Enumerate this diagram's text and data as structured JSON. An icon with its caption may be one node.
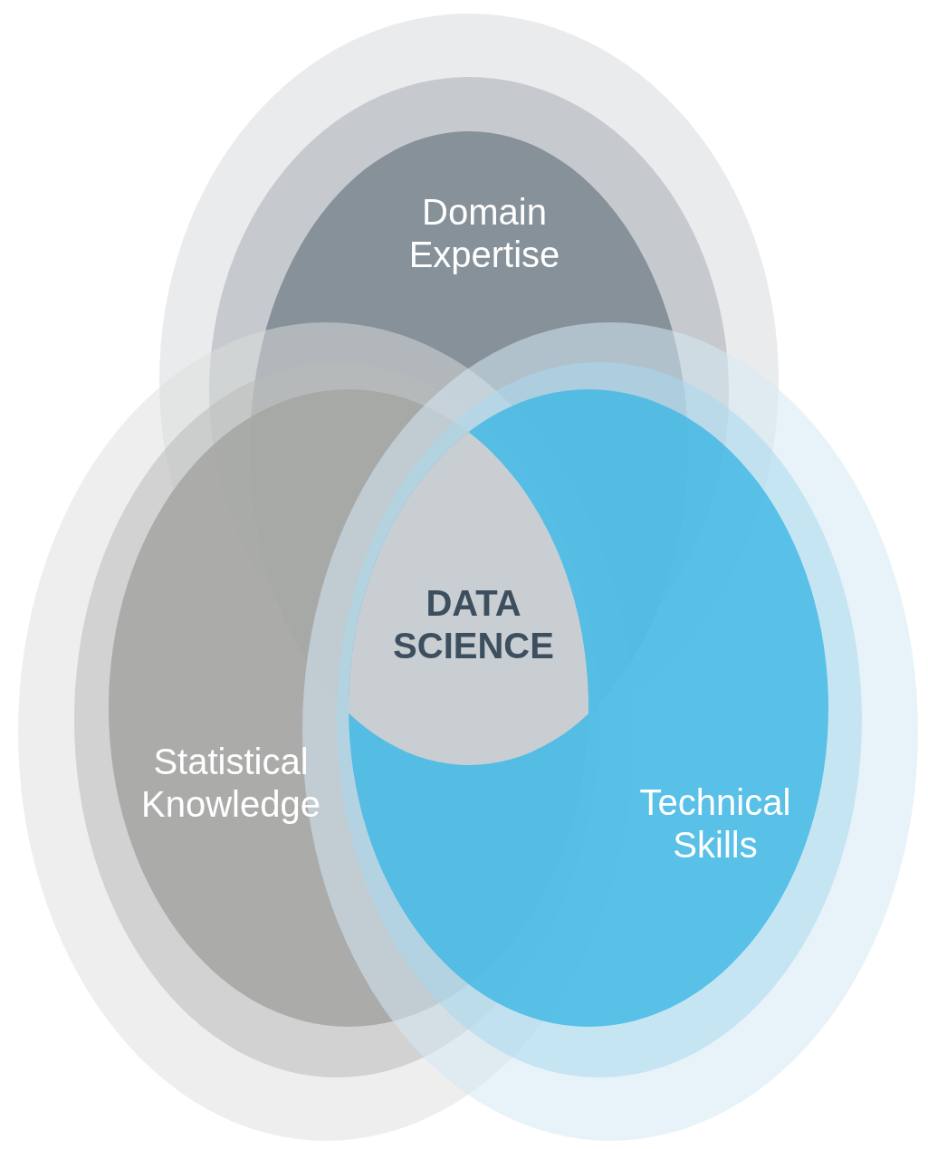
{
  "diagram": {
    "nodes": [
      {
        "text": [
          "Domain Expertise"
        ]
      },
      {
        "text": [
          "DATA SCIENCE"
        ]
      },
      {
        "text": [
          "Statistical Knowledge"
        ]
      },
      {
        "text": [
          "Technical Skills"
        ]
      }
    ]
  }
}
